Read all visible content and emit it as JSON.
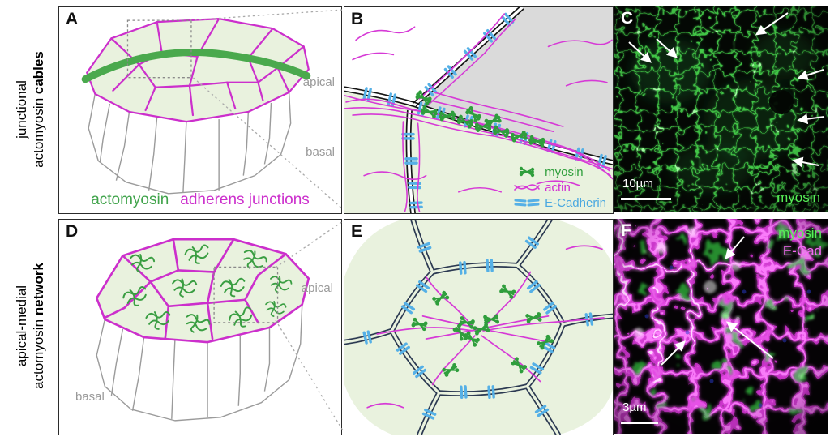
{
  "colors": {
    "actomyosin_green": "#3fa34a",
    "junction_magenta": "#cc2fcc",
    "actin_magenta": "#d63ad6",
    "ecadherin_blue": "#55b0e6",
    "cell_fill_green": "#e9f2de",
    "gray_label": "#9a9a9a",
    "microscopy_green": "#57ef57",
    "microscopy_magenta": "#f468f4"
  },
  "side_labels": {
    "top": {
      "line1": "junctional",
      "line2": "actomyosin",
      "line2_bold": "cables"
    },
    "bottom": {
      "line1": "apical-medial",
      "line2": "actomyosin",
      "line2_bold": "network"
    }
  },
  "panel_a": {
    "letter": "A",
    "apical": "apical",
    "basal": "basal",
    "caption_actomyosin": "actomyosin",
    "caption_adherens": "adherens junctions"
  },
  "panel_b": {
    "letter": "B",
    "legend_myosin": "myosin",
    "legend_actin": "actin",
    "legend_ecadherin": "E-Cadherin"
  },
  "panel_c": {
    "letter": "C",
    "scale_bar": "10µm",
    "channel": "myosin"
  },
  "panel_d": {
    "letter": "D",
    "apical": "apical",
    "basal": "basal"
  },
  "panel_e": {
    "letter": "E"
  },
  "panel_f": {
    "letter": "F",
    "scale_bar": "3µm",
    "channel_myosin": "myosin",
    "channel_ecad": "E-Cad"
  }
}
